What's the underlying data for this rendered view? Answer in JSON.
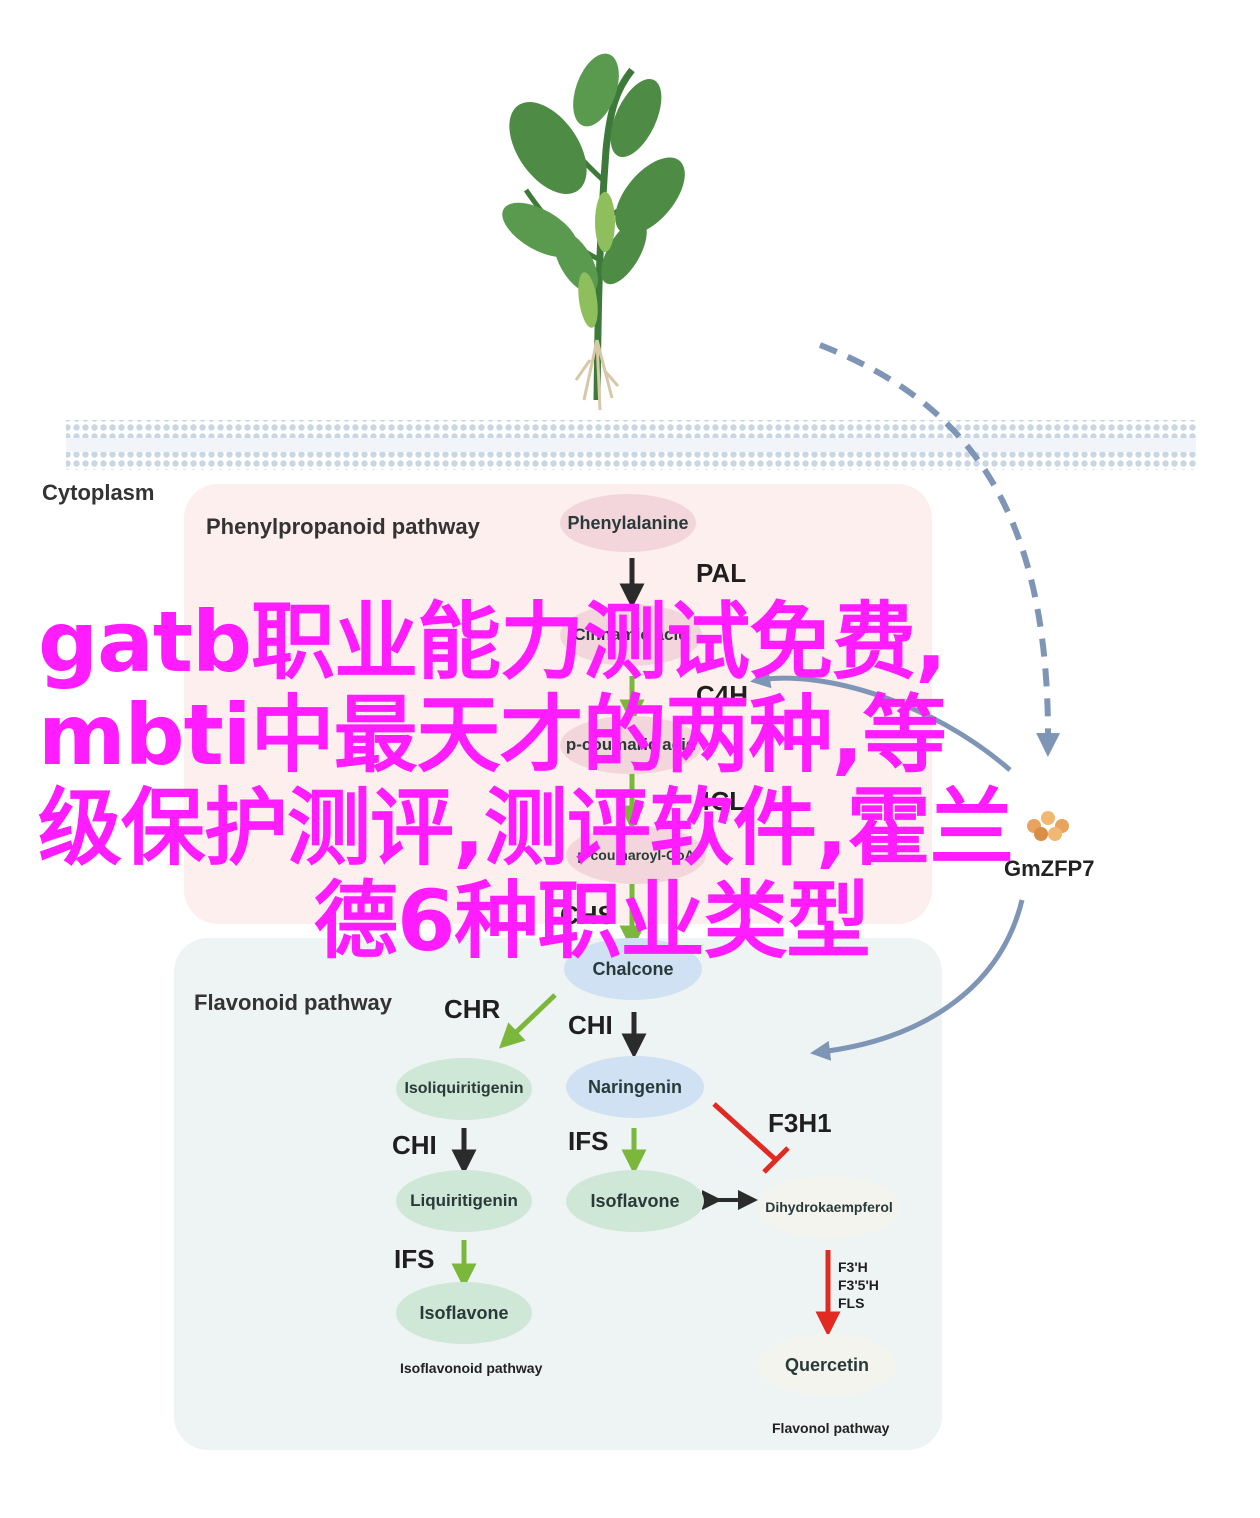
{
  "regions": {
    "cytoplasm": "Cytoplasm",
    "phenylpropanoid": "Phenylpropanoid pathway",
    "flavonoid": "Flavonoid pathway"
  },
  "nodes": {
    "phenylalanine": "Phenylalanine",
    "cinnamic_acid": "Cinnamic acid",
    "p_coumaric_acid": "p-coumaric acid",
    "p_coumaroyl_coa": "p-coumaroyl-CoA",
    "chalcone": "Chalcone",
    "isoliquiritigenin": "Isoliquiritigenin",
    "naringenin": "Naringenin",
    "liquiritigenin": "Liquiritigenin",
    "isoflavone_left": "Isoflavone",
    "isoflavone_mid": "Isoflavone",
    "dihydrokaempferol": "Dihydrokaempferol",
    "quercetin": "Quercetin"
  },
  "enzymes": {
    "pal": "PAL",
    "c4h": "C4H",
    "fourcl": "4CL",
    "chs": "CHS",
    "chr": "CHR",
    "chi_mid": "CHI",
    "chi_left": "CHI",
    "ifs_mid": "IFS",
    "ifs_left": "IFS",
    "f3h1": "F3H1",
    "f3h_multi": [
      "F3'H",
      "F3'5'H",
      "FLS"
    ]
  },
  "captions": {
    "isoflavonoid": "Isoflavonoid pathway",
    "flavonol": "Flavonol pathway",
    "gmzfp7": "GmZFP7"
  },
  "overlay": {
    "lines": [
      "gatb职业能力测试免费,",
      "mbti中最天才的两种,等",
      "级保护测评,测评软件,霍兰",
      "德6种职业类型"
    ],
    "color": "#ff1cff"
  },
  "colors": {
    "phenyl_bg": "#fcefee",
    "flavonoid_bg": "#eef4f3",
    "arrow_dark": "#2b2b2b",
    "arrow_green": "#7bb73a",
    "arrow_red": "#e02a22",
    "arrow_steel": "#7f95b5",
    "leaf_green": "#3d7a3a",
    "node_pink": "#f3d6dc",
    "node_green": "#cfe7d6",
    "node_blue": "#cfe1f2",
    "node_grey": "#f4f4ee"
  }
}
